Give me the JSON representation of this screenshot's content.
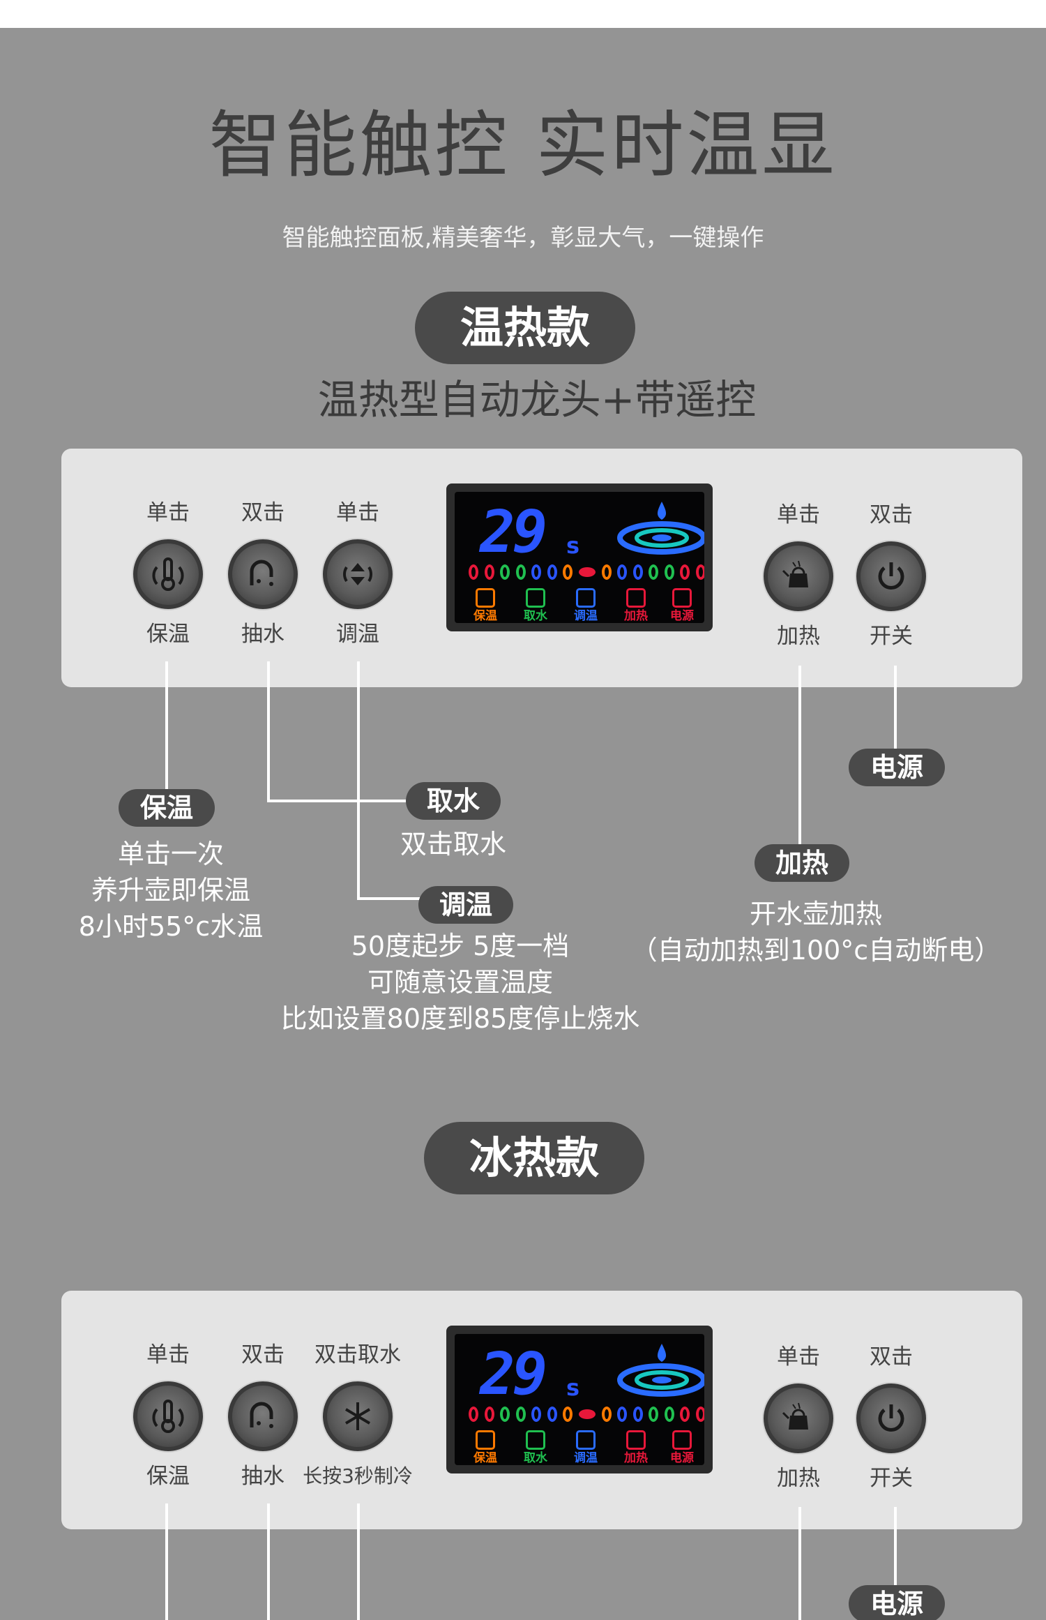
{
  "header": {
    "title": "智能触控 实时温显",
    "subtitle": "智能触控面板,精美奢华，彰显大气，一键操作"
  },
  "variant1": {
    "pill": "温热款",
    "subtitle": "温热型自动龙头+带遥控",
    "buttons": [
      {
        "action": "单击",
        "label": "保温",
        "icon": "thermometer-icon"
      },
      {
        "action": "双击",
        "label": "抽水",
        "icon": "faucet-icon"
      },
      {
        "action": "单击",
        "label": "调温",
        "icon": "adjust-icon"
      },
      {
        "action": "单击",
        "label": "加热",
        "icon": "kettle-icon"
      },
      {
        "action": "双击",
        "label": "开关",
        "icon": "power-icon"
      }
    ],
    "display": {
      "digits": "29",
      "unit": "s",
      "modes": [
        "保温",
        "取水",
        "调温",
        "加热",
        "电源"
      ]
    },
    "callouts": {
      "keep_warm": {
        "tag": "保温",
        "lines": [
          "单击一次",
          "养升壶即保温",
          "8小时55°c水温"
        ]
      },
      "draw_water": {
        "tag": "取水",
        "lines": [
          "双击取水"
        ]
      },
      "adjust": {
        "tag": "调温",
        "lines": [
          "50度起步 5度一档",
          "可随意设置温度",
          "比如设置80度到85度停止烧水"
        ]
      },
      "heat": {
        "tag": "加热",
        "lines": [
          "开水壶加热",
          "（自动加热到100°c自动断电）"
        ]
      },
      "power": {
        "tag": "电源"
      }
    }
  },
  "variant2": {
    "pill": "冰热款",
    "buttons": [
      {
        "action": "单击",
        "label": "保温",
        "icon": "thermometer-icon"
      },
      {
        "action": "双击",
        "label": "抽水",
        "icon": "faucet-icon"
      },
      {
        "action": "双击取水",
        "label": "长按3秒制冷",
        "icon": "snowflake-icon"
      },
      {
        "action": "单击",
        "label": "加热",
        "icon": "kettle-icon"
      },
      {
        "action": "双击",
        "label": "开关",
        "icon": "power-icon"
      }
    ],
    "display": {
      "digits": "29",
      "unit": "s",
      "modes": [
        "保温",
        "取水",
        "调温",
        "加热",
        "电源"
      ]
    },
    "callouts": {
      "power": {
        "tag": "电源"
      }
    }
  },
  "colors": {
    "background": "#949494",
    "panel": "#e4e4e4",
    "pill": "#4a4a4a",
    "display_blue": "#2a55ff"
  }
}
